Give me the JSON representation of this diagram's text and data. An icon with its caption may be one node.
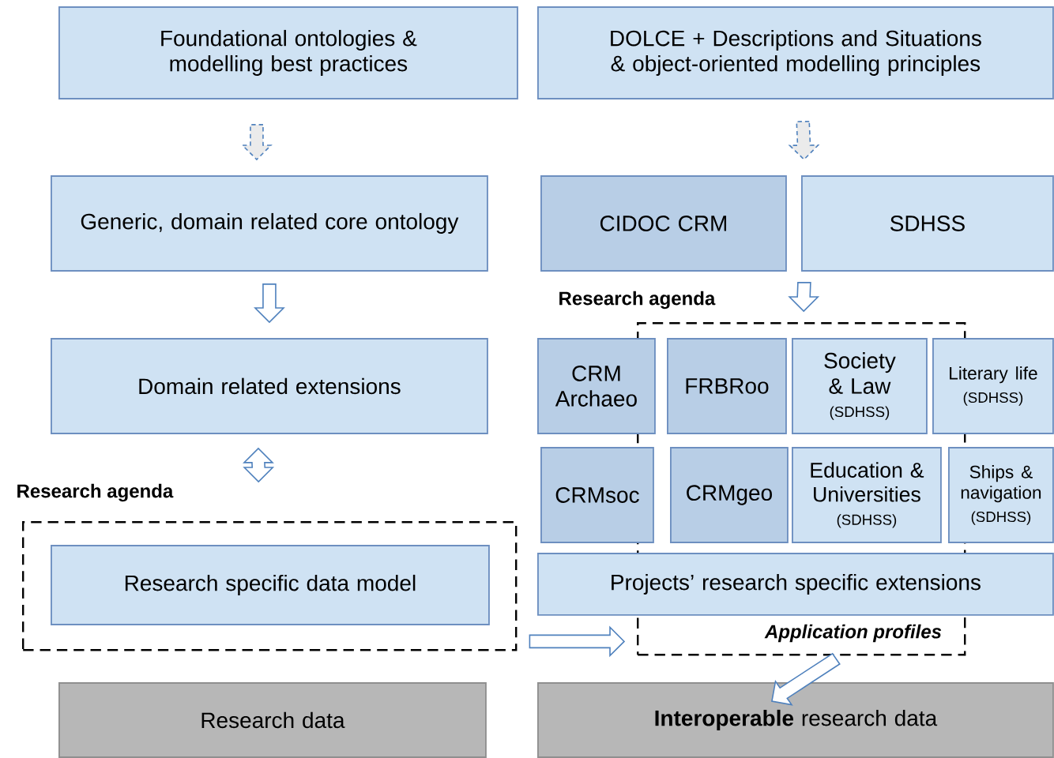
{
  "diagram": {
    "nodes": [
      {
        "text": [
          "Foundational ontologies & modelling best practices"
        ]
      },
      {
        "text": [
          "DOLCE + Descriptions and Situations & object-oriented modelling principles"
        ]
      },
      {
        "text": [
          "Generic, domain related core ontology"
        ]
      },
      {
        "text": [
          "CIDOC CRM"
        ]
      },
      {
        "text": [
          "SDHSS"
        ]
      },
      {
        "text": [
          "Domain related extensions"
        ]
      },
      {
        "text": [
          "Research agenda"
        ]
      },
      {
        "text": [
          "Research specific data model"
        ],
        "in": 6
      },
      {
        "text": [
          "Research agenda",
          "Application profiles"
        ]
      },
      {
        "text": [
          "CRM Archaeo"
        ]
      },
      {
        "text": [
          "FRBRoo"
        ],
        "in": 8
      },
      {
        "text": [
          "Society & Law",
          "(SDHSS)"
        ],
        "in": 8
      },
      {
        "text": [
          "Literary life",
          "(SDHSS)"
        ]
      },
      {
        "text": [
          "CRMsoc"
        ]
      },
      {
        "text": [
          "CRMgeo"
        ],
        "in": 8
      },
      {
        "text": [
          "Education & Universities",
          "(SDHSS)"
        ],
        "in": 8
      },
      {
        "text": [
          "Ships & navigation",
          "(SDHSS)"
        ]
      },
      {
        "text": [
          "Projects’ research specific extensions"
        ]
      },
      {
        "text": [
          "Research data"
        ]
      },
      {
        "text": [
          "**Interoperable** research data"
        ]
      }
    ],
    "edges": [
      {
        "from": 0,
        "to": 2,
        "arrow": "to",
        "style": "dashed"
      },
      {
        "from": 1,
        "to": 3,
        "arrow": "to",
        "style": "dashed"
      },
      {
        "from": 1,
        "to": 4,
        "arrow": "to",
        "style": "dashed"
      },
      {
        "from": 2,
        "to": 5,
        "arrow": "to"
      },
      {
        "from": 3,
        "to": 8,
        "arrow": "to"
      },
      {
        "from": 4,
        "to": 8,
        "arrow": "to"
      },
      {
        "from": 5,
        "to": 6,
        "arrow": "both"
      },
      {
        "from": 6,
        "to": 8,
        "arrow": "to"
      },
      {
        "from": 8,
        "to": 19,
        "arrow": "to"
      }
    ]
  }
}
